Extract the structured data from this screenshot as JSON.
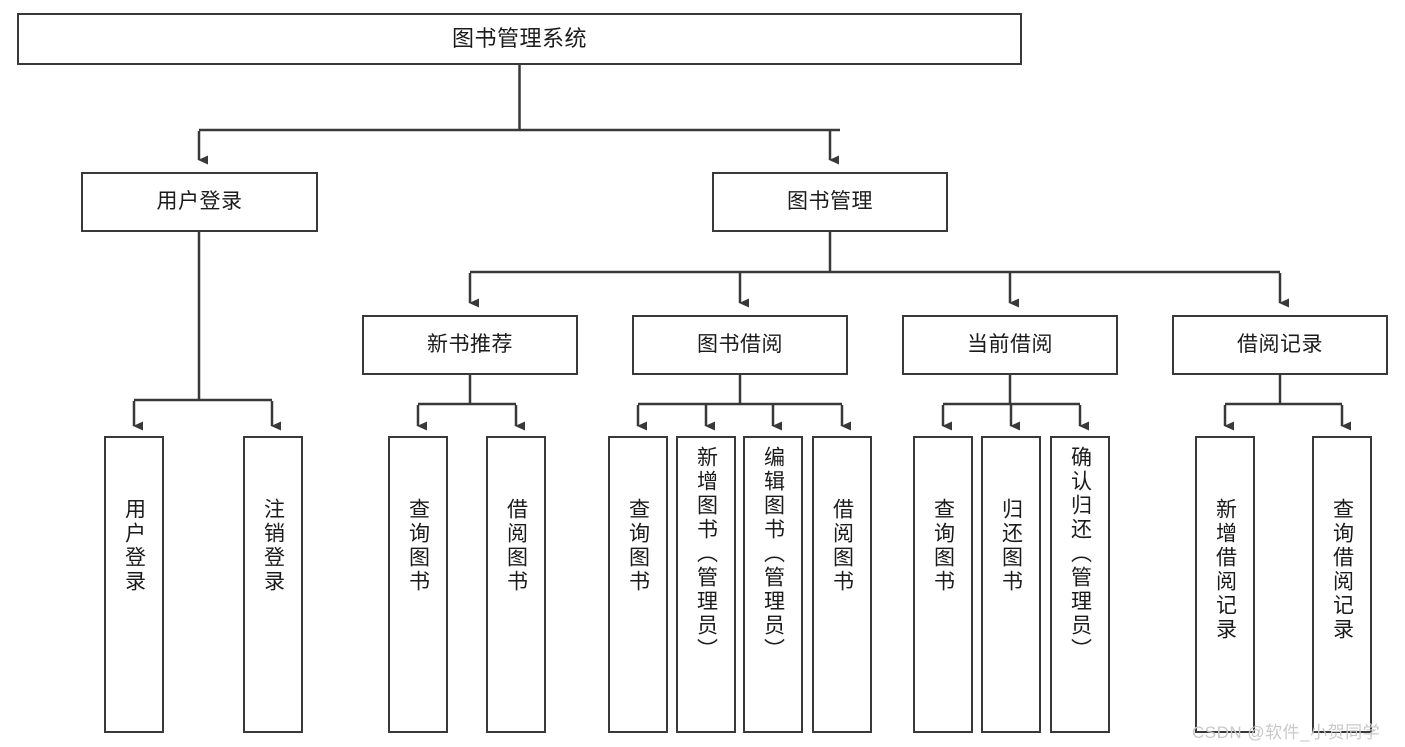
{
  "diagram": {
    "type": "tree",
    "title": "图书管理系统",
    "root": {
      "label": "图书管理系统"
    },
    "level2": [
      {
        "label": "用户登录"
      },
      {
        "label": "图书管理"
      }
    ],
    "level3": [
      {
        "label": "新书推荐"
      },
      {
        "label": "图书借阅"
      },
      {
        "label": "当前借阅"
      },
      {
        "label": "借阅记录"
      }
    ],
    "leaves": {
      "user_login": [
        {
          "label": "用户登录"
        },
        {
          "label": "注销登录"
        }
      ],
      "new_book_recommend": [
        {
          "label": "查询图书"
        },
        {
          "label": "借阅图书"
        }
      ],
      "book_borrow": [
        {
          "label": "查询图书"
        },
        {
          "label": "新增图书（管理员）"
        },
        {
          "label": "编辑图书（管理员）"
        },
        {
          "label": "借阅图书"
        }
      ],
      "current_borrow": [
        {
          "label": "查询图书"
        },
        {
          "label": "归还图书"
        },
        {
          "label": "确认归还（管理员）"
        }
      ],
      "borrow_record": [
        {
          "label": "新增借阅记录"
        },
        {
          "label": "查询借阅记录"
        }
      ]
    }
  },
  "watermark": {
    "text": "CSDN @软件_小贺同学"
  },
  "colors": {
    "stroke": "#393939",
    "text": "#1b1b1b",
    "background": "#ffffff",
    "watermark": "#c9c9c9"
  }
}
